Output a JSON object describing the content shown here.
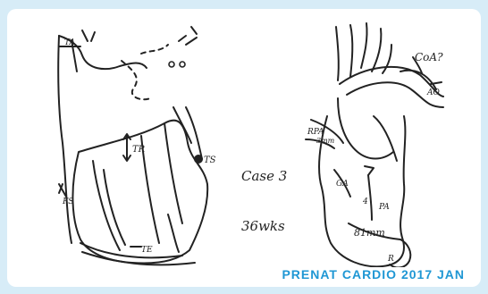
{
  "footer": {
    "label": "PRENAT CARDIO 2017 JAN"
  },
  "notes": {
    "case": "Case 3",
    "age": "36wks",
    "coa": "CoA?",
    "label_tr": "TR",
    "label_ts": "TS",
    "label_rpa": "RPA",
    "label_pa": "PA",
    "label_ao": "AO",
    "label_te": "TE",
    "label_fs": "FS",
    "label_ta": "TA",
    "label_ga": "GA",
    "measure_81mm": "81mm",
    "measure_4": "4",
    "measure_r": "R",
    "measure_3mm": "3mm"
  },
  "colors": {
    "accent": "#1f97d4",
    "frame": "#d7ecf7",
    "ink": "#222222"
  }
}
